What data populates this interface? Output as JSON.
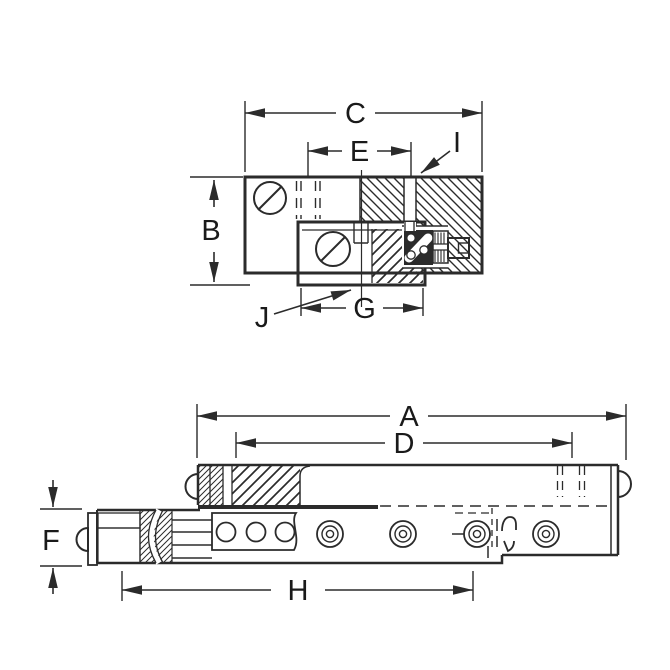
{
  "colors": {
    "background": "#ffffff",
    "line": "#2b2b2b",
    "label": "#1a1a1a"
  },
  "section_view": {
    "labels": {
      "c": "C",
      "e": "E",
      "i": "I",
      "b": "B",
      "j": "J",
      "g": "G"
    }
  },
  "side_view": {
    "labels": {
      "a": "A",
      "d": "D",
      "f": "F",
      "h": "H"
    }
  }
}
